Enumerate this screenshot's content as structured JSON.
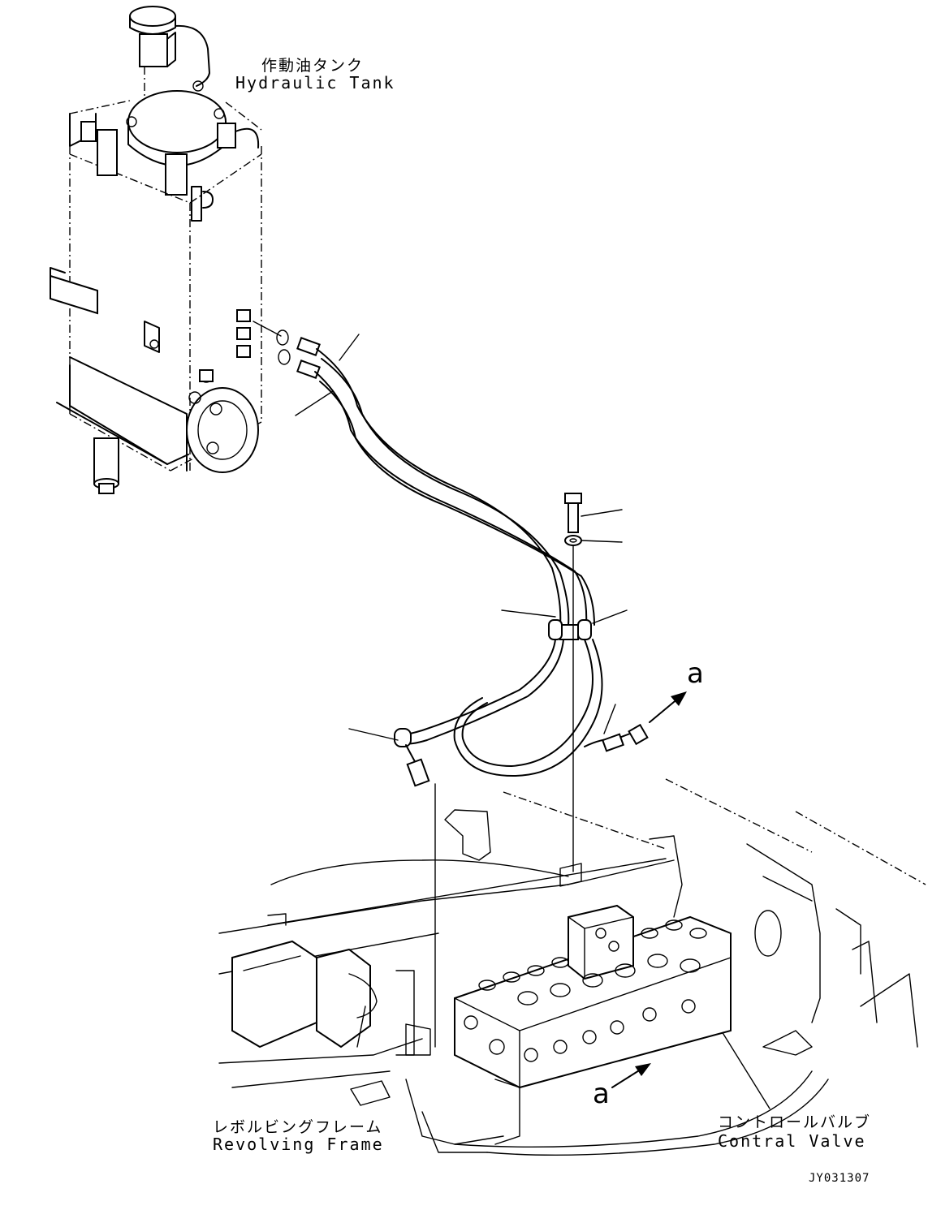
{
  "labels": {
    "hydraulic_tank_jp": "作動油タンク",
    "hydraulic_tank_en": "Hydraulic Tank",
    "revolving_frame_jp": "レボルビングフレーム",
    "revolving_frame_en": "Revolving Frame",
    "control_valve_jp": "コントロールバルブ",
    "control_valve_en": "Contral Valve"
  },
  "callouts": {
    "a_upper": "a",
    "a_lower": "a"
  },
  "drawing_number": "JY031307"
}
